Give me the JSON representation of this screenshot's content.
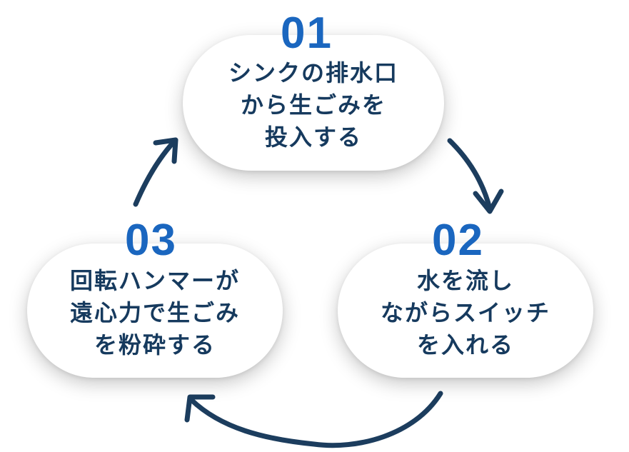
{
  "colors": {
    "number": "#1a66bf",
    "text": "#163a5e",
    "arrow": "#1c3d5e",
    "pill_bg": "#ffffff"
  },
  "steps": [
    {
      "number": "01",
      "text": "シンクの排水口\nから生ごみを\n投入する"
    },
    {
      "number": "02",
      "text": "水を流し\nながらスイッチ\nを入れる"
    },
    {
      "number": "03",
      "text": "回転ハンマーが\n遠心力で生ごみ\nを粉砕する"
    }
  ]
}
